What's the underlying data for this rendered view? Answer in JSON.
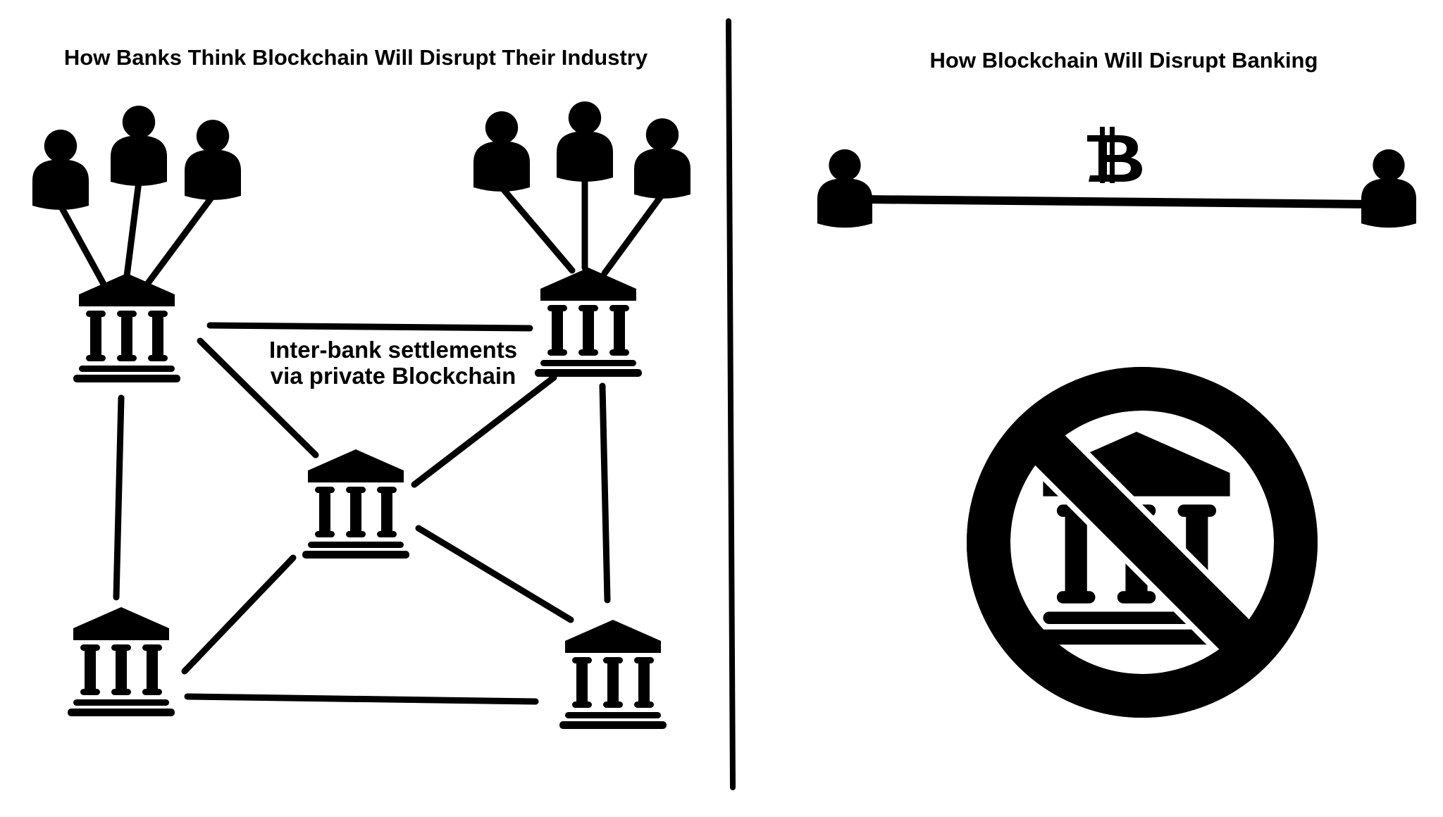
{
  "colors": {
    "ink": "#000000",
    "background": "#ffffff"
  },
  "left_panel": {
    "title": "How Banks Think Blockchain Will Disrupt Their Industry",
    "caption_line1": "Inter-bank settlements",
    "caption_line2": "via private Blockchain",
    "banks": [
      {
        "id": "bank-top-left",
        "icon": "bank-icon",
        "customers": 3
      },
      {
        "id": "bank-top-right",
        "icon": "bank-icon",
        "customers": 3
      },
      {
        "id": "bank-center",
        "icon": "bank-icon",
        "customers": 0
      },
      {
        "id": "bank-bottom-left",
        "icon": "bank-icon",
        "customers": 0
      },
      {
        "id": "bank-bottom-right",
        "icon": "bank-icon",
        "customers": 0
      }
    ],
    "connections": [
      [
        "bank-top-left",
        "bank-top-right"
      ],
      [
        "bank-top-left",
        "bank-center"
      ],
      [
        "bank-top-left",
        "bank-bottom-left"
      ],
      [
        "bank-top-right",
        "bank-center"
      ],
      [
        "bank-top-right",
        "bank-bottom-right"
      ],
      [
        "bank-center",
        "bank-bottom-left"
      ],
      [
        "bank-center",
        "bank-bottom-right"
      ],
      [
        "bank-bottom-left",
        "bank-bottom-right"
      ]
    ]
  },
  "right_panel": {
    "title": "How Blockchain Will Disrupt Banking",
    "peer_left_icon": "person-icon",
    "peer_right_icon": "person-icon",
    "currency_icon": "bitcoin-icon",
    "prohibition_icon": "no-bank-icon"
  }
}
